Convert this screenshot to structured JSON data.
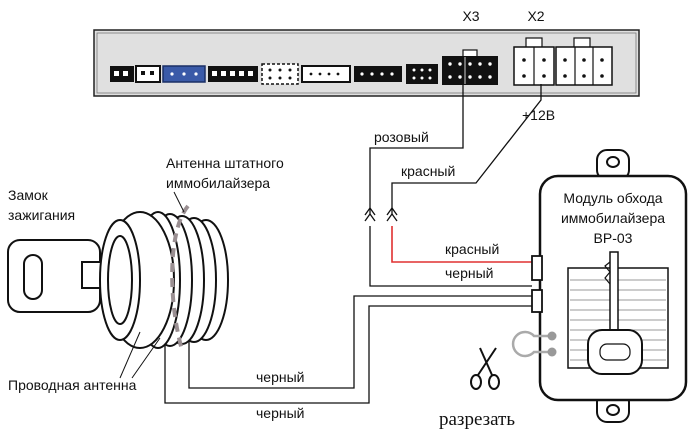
{
  "connectors": {
    "x3": "X3",
    "x2": "X2",
    "plus12v": "+12В"
  },
  "wires": {
    "pink": "розовый",
    "red_top": "красный",
    "red_module": "красный",
    "black_module": "черный",
    "black_bottom1": "черный",
    "black_bottom2": "черный"
  },
  "ignition": {
    "line1": "Замок",
    "line2": "зажигания"
  },
  "antenna_std": {
    "line1": "Антенна штатного",
    "line2": "иммобилайзера"
  },
  "wire_antenna": "Проводная антенна",
  "module": {
    "line1": "Модуль обхода",
    "line2": "иммобилайзера",
    "line3": "BP-03"
  },
  "cut": "разрезать",
  "colors": {
    "red_wire": "#e03030",
    "blue_connector": "#3a5aa8",
    "pink_dashed": "#9a8f92"
  }
}
